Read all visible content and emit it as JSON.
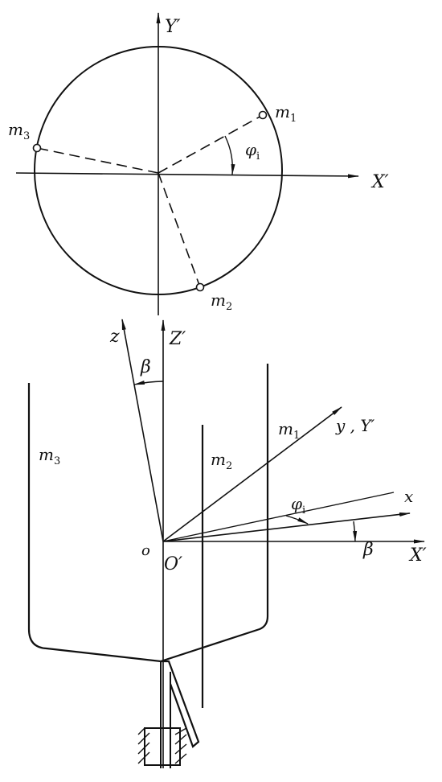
{
  "top_view": {
    "axis_y_label": "Y′",
    "axis_x_label": "X′",
    "points": [
      {
        "name": "m",
        "sub": "1"
      },
      {
        "name": "m",
        "sub": "2"
      },
      {
        "name": "m",
        "sub": "3"
      }
    ],
    "angle_label": {
      "name": "φ",
      "sub": "i"
    }
  },
  "side_view": {
    "axis_z_label": "z",
    "axis_zp_label": "Z′",
    "axis_y_label": "y , Y′",
    "axis_x_label": "x",
    "axis_xp_label": "X′",
    "origin_small": "o",
    "origin_label": "O′",
    "beta_top": "β",
    "beta_right": "β",
    "angle_label": {
      "name": "φ",
      "sub": "i"
    },
    "blades": [
      {
        "name": "m",
        "sub": "1"
      },
      {
        "name": "m",
        "sub": "2"
      },
      {
        "name": "m",
        "sub": "3"
      }
    ]
  },
  "colors": {
    "ink": "#111111",
    "background": "#ffffff"
  }
}
